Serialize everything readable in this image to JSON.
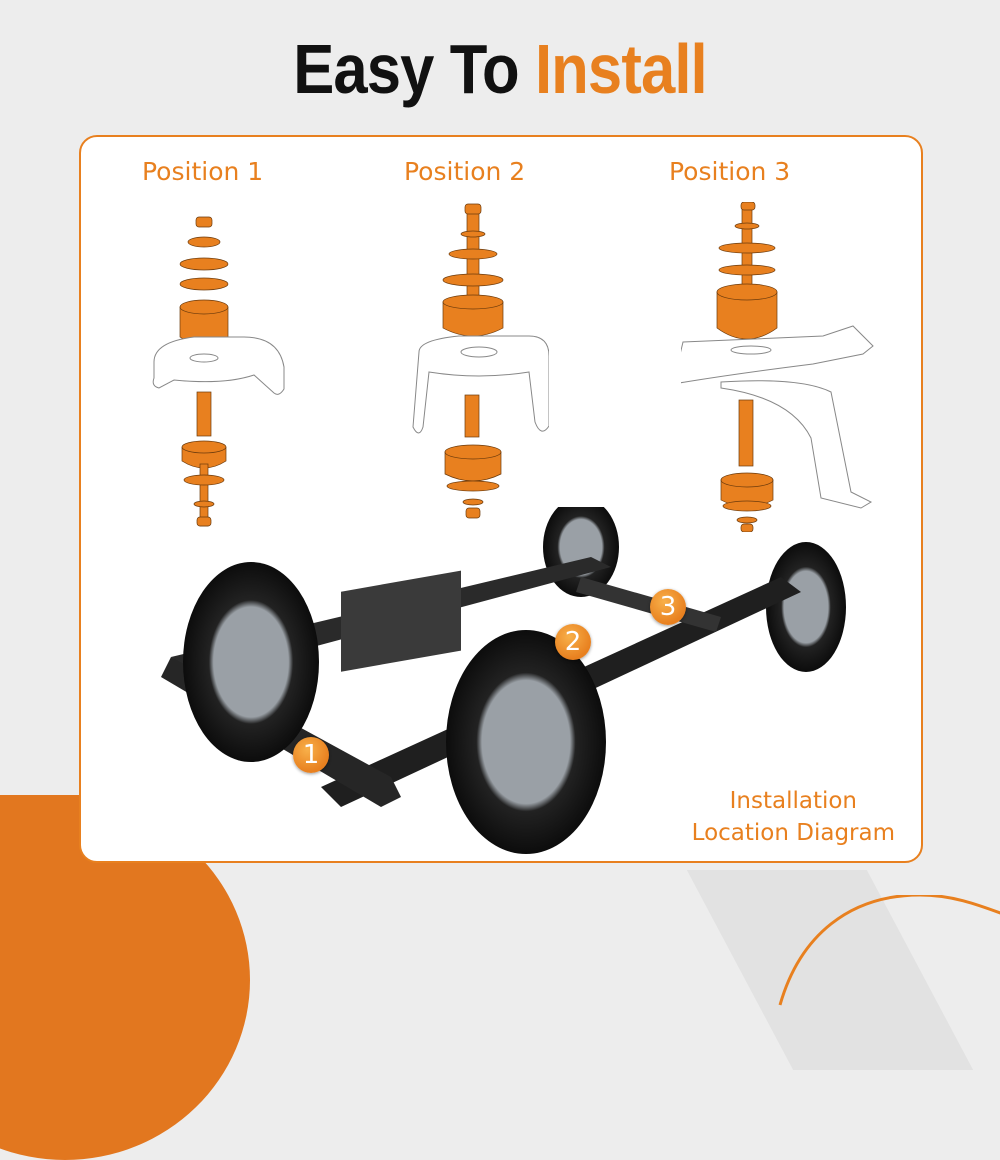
{
  "title": {
    "part1": "Easy To",
    "part2": "Install"
  },
  "colors": {
    "accent": "#e8801f",
    "dark": "#111111",
    "background": "#ededed",
    "card": "#ffffff"
  },
  "positions": [
    {
      "label": "Position 1"
    },
    {
      "label": "Position 2"
    },
    {
      "label": "Position 3"
    }
  ],
  "diagram": {
    "badges": [
      "1",
      "2",
      "3"
    ],
    "caption_line1": "Installation",
    "caption_line2": "Location Diagram"
  }
}
